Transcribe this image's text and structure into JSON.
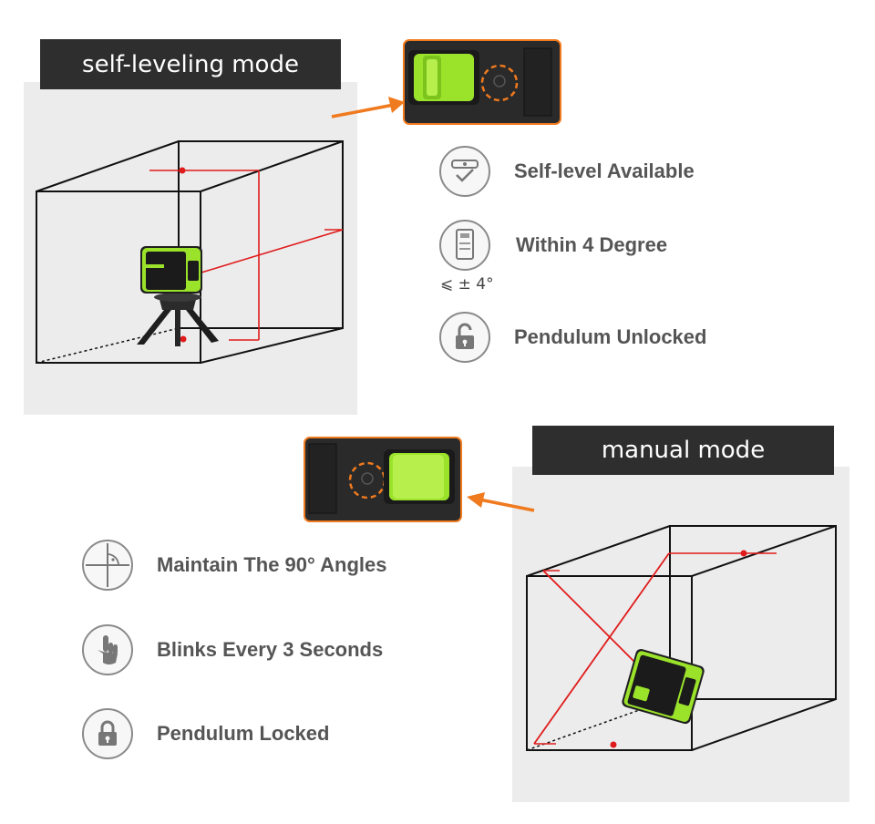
{
  "self_leveling": {
    "mode_label": "self-leveling mode",
    "features": [
      {
        "icon": "self-level-icon",
        "label": "Self-level Available"
      },
      {
        "icon": "degree-level-icon",
        "label": "Within 4 Degree",
        "note": "⩽ ± 4°"
      },
      {
        "icon": "unlock-icon",
        "label": "Pendulum Unlocked"
      }
    ]
  },
  "manual": {
    "mode_label": "manual mode",
    "features": [
      {
        "icon": "crosshair-icon",
        "label": "Maintain The 90° Angles"
      },
      {
        "icon": "hand-pointer-icon",
        "label": "Blinks Every 3 Seconds"
      },
      {
        "icon": "lock-icon",
        "label": "Pendulum Locked"
      }
    ]
  },
  "colors": {
    "accent_orange": "#f07a1e",
    "laser_red": "#e01b1b",
    "device_green": "#9be22b",
    "label_bg": "#2e2e2e",
    "panel_bg": "#ececec",
    "text_gray": "#555555"
  }
}
